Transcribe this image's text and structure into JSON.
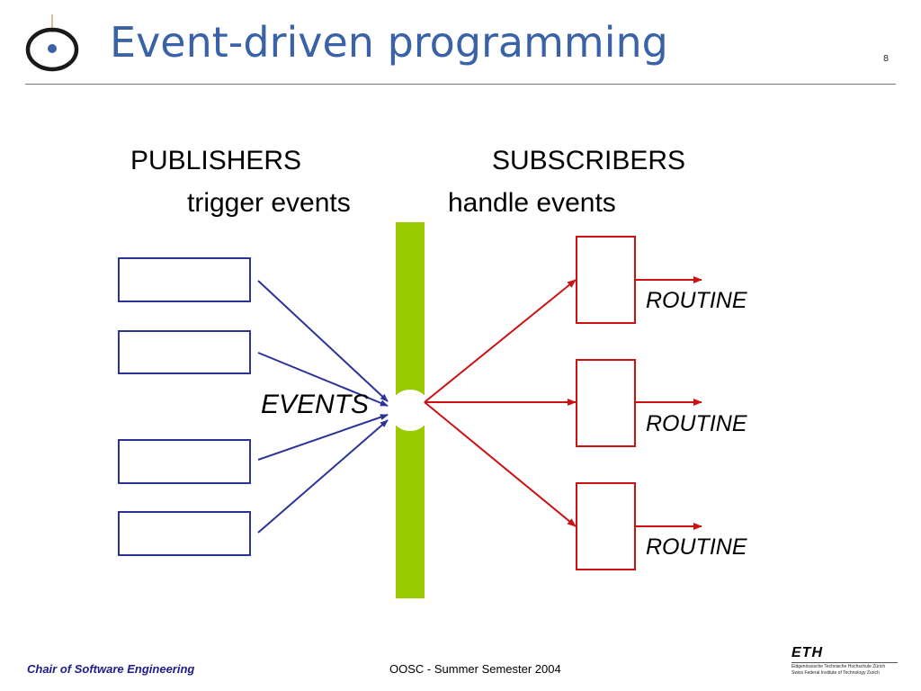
{
  "slide": {
    "title": "Event-driven programming",
    "page_number": "8"
  },
  "diagram": {
    "publishers_heading": "PUBLISHERS",
    "publishers_subheading": "trigger events",
    "subscribers_heading": "SUBSCRIBERS",
    "subscribers_subheading": "handle events",
    "events_label": "EVENTS",
    "routine_labels": [
      "ROUTINE",
      "ROUTINE",
      "ROUTINE"
    ],
    "publisher_count": 4,
    "subscriber_count": 3
  },
  "colors": {
    "title": "#3a62a8",
    "publisher": "#2b3398",
    "subscriber": "#cc1111",
    "event_bar": "#99cc00",
    "footer_left": "#1c1c8c"
  },
  "footer": {
    "left": "Chair of Software Engineering",
    "center": "OOSC - Summer Semester 2004",
    "logo": {
      "wordmark": "ETH",
      "line1": "Eidgenössische Technische Hochschule Zürich",
      "line2": "Swiss Federal Institute of Technology Zurich"
    }
  }
}
